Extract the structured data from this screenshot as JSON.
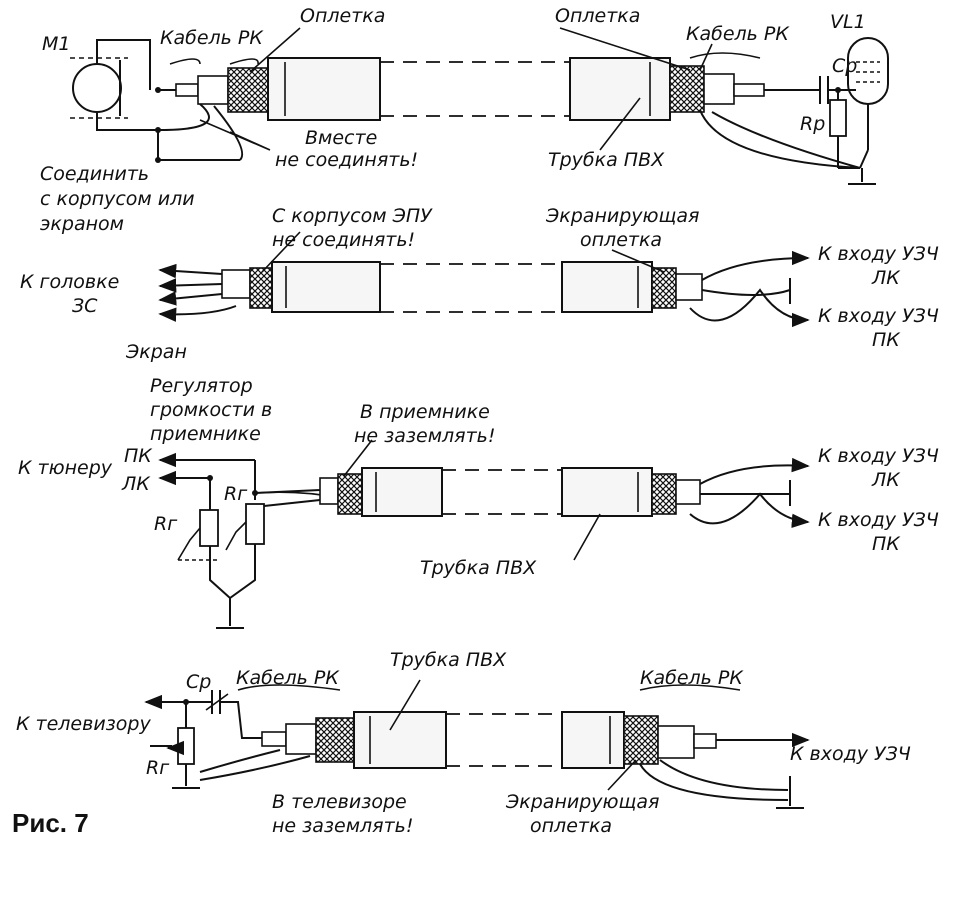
{
  "figure_label": "Рис. 7",
  "panel1": {
    "m1": "M1",
    "cable_left": "Кабель РК",
    "braid_left": "Оплетка",
    "braid_right": "Оплетка",
    "cable_right": "Кабель РК",
    "vl1": "VL1",
    "cp": "Cp",
    "rp": "Rp",
    "note_together_1": "Вместе",
    "note_together_2": "не соединять!",
    "connect_1": "Соединить",
    "connect_2": "с корпусом или",
    "connect_3": "экраном",
    "tube": "Трубка ПВХ"
  },
  "panel2": {
    "housing_1": "С корпусом ЭПУ",
    "housing_2": "не соединять!",
    "shield_1": "Экранирующая",
    "shield_2": "оплетка",
    "head_1": "К головке",
    "head_2": "ЗС",
    "screen": "Экран",
    "out_lk_1": "К входу УЗЧ",
    "out_lk_2": "ЛК",
    "out_pk_1": "К входу УЗЧ",
    "out_pk_2": "ПК"
  },
  "panel3": {
    "vol_1": "Регулятор",
    "vol_2": "громкости в",
    "vol_3": "приемнике",
    "ground_1": "В приемнике",
    "ground_2": "не заземлять!",
    "tuner": "К тюнеру",
    "pk": "ПК",
    "lk": "ЛК",
    "rg_left": "Rг",
    "rg_top": "Rг",
    "tube": "Трубка ПВХ",
    "out_lk_1": "К входу УЗЧ",
    "out_lk_2": "ЛК",
    "out_pk_1": "К входу УЗЧ",
    "out_pk_2": "ПК"
  },
  "panel4": {
    "cp": "Cp",
    "cable_left": "Кабель РК",
    "tube": "Трубка ПВХ",
    "cable_right": "Кабель РК",
    "tv": "К телевизору",
    "rg": "Rг",
    "ground_1": "В телевизоре",
    "ground_2": "не заземлять!",
    "shield_1": "Экранирующая",
    "shield_2": "оплетка",
    "out": "К входу УЗЧ"
  }
}
